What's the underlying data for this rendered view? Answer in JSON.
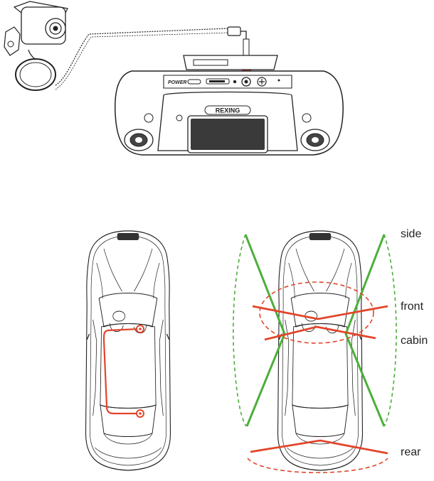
{
  "device": {
    "brand": "REXING",
    "power_label": "POWER"
  },
  "views": {
    "labels": {
      "side": "side",
      "front": "front",
      "cabin": "cabin",
      "rear": "rear"
    }
  },
  "colors": {
    "line": "#222222",
    "wire": "#e2452a",
    "side_view": "#4caf3a",
    "view_arc_red": "#e2452a",
    "view_arc_green": "#4caf3a"
  }
}
